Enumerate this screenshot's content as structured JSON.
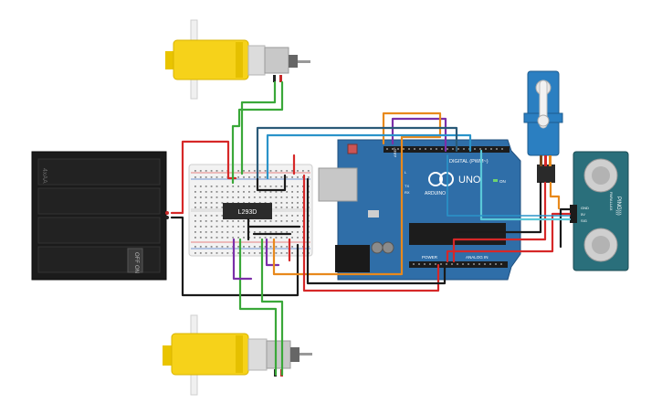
{
  "components": {
    "battery": {
      "cell_label": "4xAA",
      "switch_off": "OFF",
      "switch_on": "ON"
    },
    "breadboard": {
      "chip_label": "L293D"
    },
    "arduino": {
      "model_label": "UNO",
      "brand_label": "ARDUINO",
      "digital_label": "DIGITAL (PWM~)",
      "power_label": "POWER",
      "analog_label": "ANALOG IN",
      "aref_label": "AREF",
      "tx_label": "TX",
      "rx_label": "RX",
      "l_label": "L",
      "on_label": "ON"
    },
    "sensor": {
      "model_label": "PING)))",
      "sub_label": "PARALLAX",
      "pin_gnd": "GND",
      "pin_5v": "5V",
      "pin_sig": "SIG"
    }
  },
  "colors": {
    "wire_red": "#d62828",
    "wire_black": "#1a1a1a",
    "wire_green": "#3aa839",
    "wire_orange": "#e8891c",
    "wire_purple": "#7b2fa8",
    "wire_blue": "#2a93c9",
    "wire_cyan": "#5ac8d8",
    "arduino_blue": "#2f6ea8",
    "motor_yellow": "#f6d21a",
    "sensor_teal": "#2a6f7b"
  }
}
